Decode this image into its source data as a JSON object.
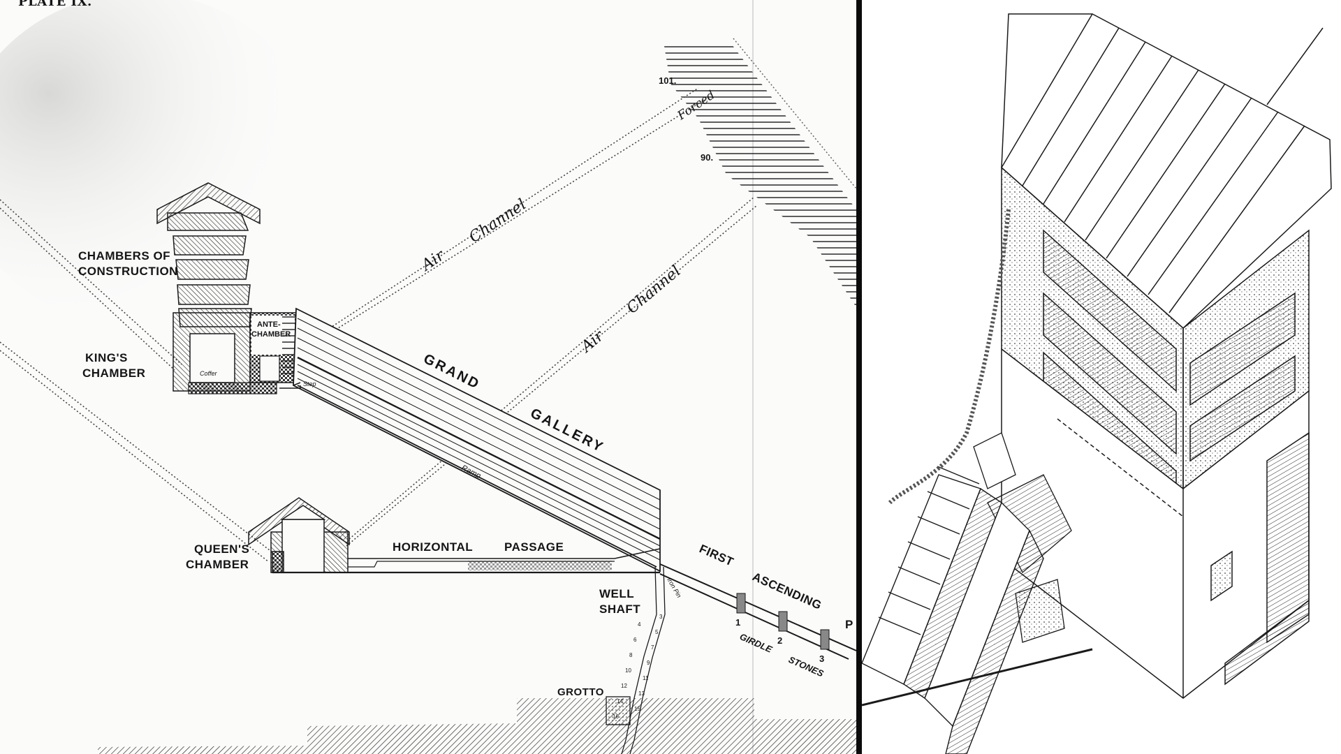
{
  "plate": {
    "title": "PLATE IX."
  },
  "labels": {
    "chambers_of_construction": [
      "CHAMBERS OF",
      "CONSTRUCTION"
    ],
    "kings_chamber": [
      "KING'S",
      "CHAMBER"
    ],
    "ante_chamber": [
      "ANTE-",
      "CHAMBER"
    ],
    "coffer": "Coffer",
    "step": "Step",
    "grand": "GRAND",
    "gallery": "GALLERY",
    "ramp": "Ramp",
    "air": "Air",
    "channel": "Channel",
    "forced": "Forced",
    "level_101": "101.",
    "level_90": "90.",
    "queens_chamber": [
      "QUEEN'S",
      "CHAMBER"
    ],
    "horizontal": "HORIZONTAL",
    "passage": "PASSAGE",
    "first": "FIRST",
    "ascending": "ASCENDING",
    "p": "P",
    "well_shaft": [
      "WELL",
      "SHAFT"
    ],
    "iron_pin": "Iron Pin",
    "grotto": "GROTTO",
    "girdle": "GIRDLE",
    "stones": "STONES",
    "girdle_nums": [
      "1",
      "2",
      "3"
    ],
    "well_nums": [
      "3",
      "4",
      "5",
      "6",
      "7",
      "8",
      "9",
      "10",
      "11",
      "12",
      "13",
      "14",
      "15",
      "16"
    ]
  },
  "colors": {
    "ink": "#151515",
    "paper": "#fbfbfa",
    "divider": "#0b0b0b"
  }
}
